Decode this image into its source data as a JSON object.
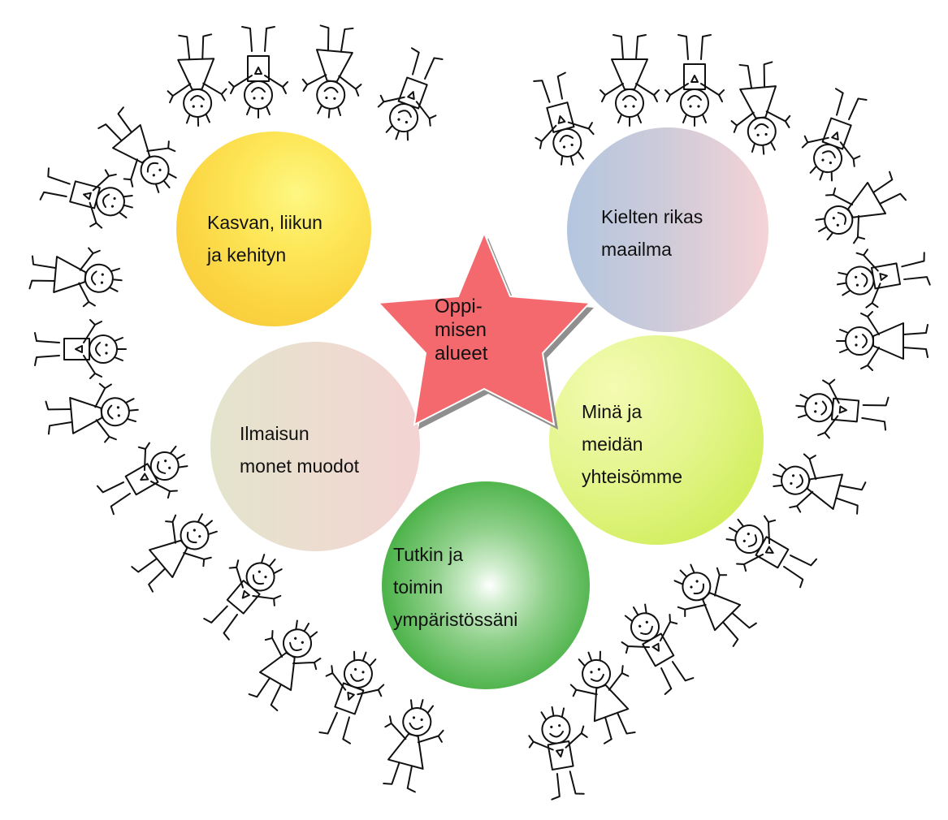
{
  "center": {
    "label": "Oppi-\nmisen\nalueet"
  },
  "areas": [
    {
      "id": "kasvan",
      "label": "Kasvan, liikun\nja kehityn"
    },
    {
      "id": "kielten",
      "label": "Kielten rikas\nmaailma"
    },
    {
      "id": "ilmaisun",
      "label": "Ilmaisun\nmonet muodot"
    },
    {
      "id": "mina",
      "label": "Minä ja\nmeidän\nyhteisömme"
    },
    {
      "id": "tutkin",
      "label": "Tutkin ja\ntoimin\nympäristössäni"
    }
  ],
  "colors": {
    "star": "#f4696e",
    "star_shadow": "#8f8f8f",
    "kasvan": "#fbd441",
    "kielten": "#cfcbd9",
    "ilmaisun": "#ecddd0",
    "mina": "#e3f58b",
    "tutkin": "#4fb44c"
  },
  "decoration": {
    "motif": "stick-figure-children-ring",
    "icon": "child-figure-icon"
  }
}
